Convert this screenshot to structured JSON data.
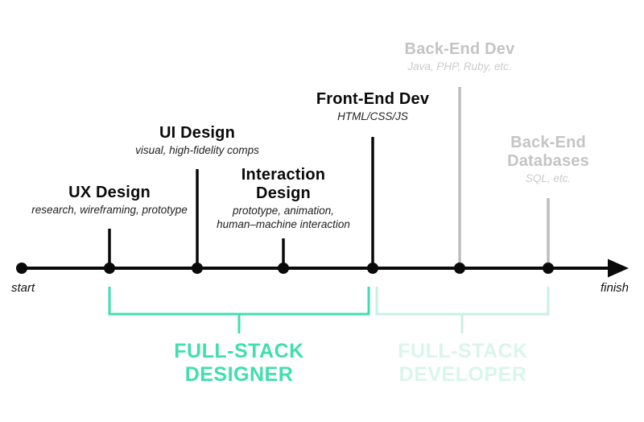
{
  "diagram": {
    "axis": {
      "start_label": "start",
      "finish_label": "finish"
    },
    "milestones": [
      {
        "id": "ux-design",
        "title": "UX Design",
        "subtitle": "research, wireframing, prototype",
        "emphasis": "black"
      },
      {
        "id": "ui-design",
        "title": "UI Design",
        "subtitle": "visual, high-fidelity comps",
        "emphasis": "black"
      },
      {
        "id": "interaction-design",
        "title": "Interaction\nDesign",
        "subtitle": "prototype, animation,\nhuman–machine interaction",
        "emphasis": "black"
      },
      {
        "id": "front-end-dev",
        "title": "Front-End Dev",
        "subtitle": "HTML/CSS/JS",
        "emphasis": "black"
      },
      {
        "id": "back-end-dev",
        "title": "Back-End Dev",
        "subtitle": "Java, PHP, Ruby, etc.",
        "emphasis": "gray"
      },
      {
        "id": "back-end-databases",
        "title": "Back-End\nDatabases",
        "subtitle": "SQL, etc.",
        "emphasis": "gray"
      }
    ],
    "brackets": [
      {
        "id": "full-stack-designer",
        "label": "FULL-STACK\nDESIGNER",
        "color": "#40dfad",
        "spans": "UX Design through Front-End Dev"
      },
      {
        "id": "full-stack-developer",
        "label": "FULL-STACK\nDEVELOPER",
        "color": "#c9f0e1",
        "spans": "Front-End Dev through Back-End Databases"
      }
    ],
    "colors": {
      "black": "#0a0a0a",
      "gray_text": "#c4c4c4",
      "gray_tick": "#bdbdbd",
      "accent_teal": "#40dfad",
      "accent_light_bracket": "#c9f0e1",
      "accent_light_text": "#d9f6eb"
    }
  }
}
